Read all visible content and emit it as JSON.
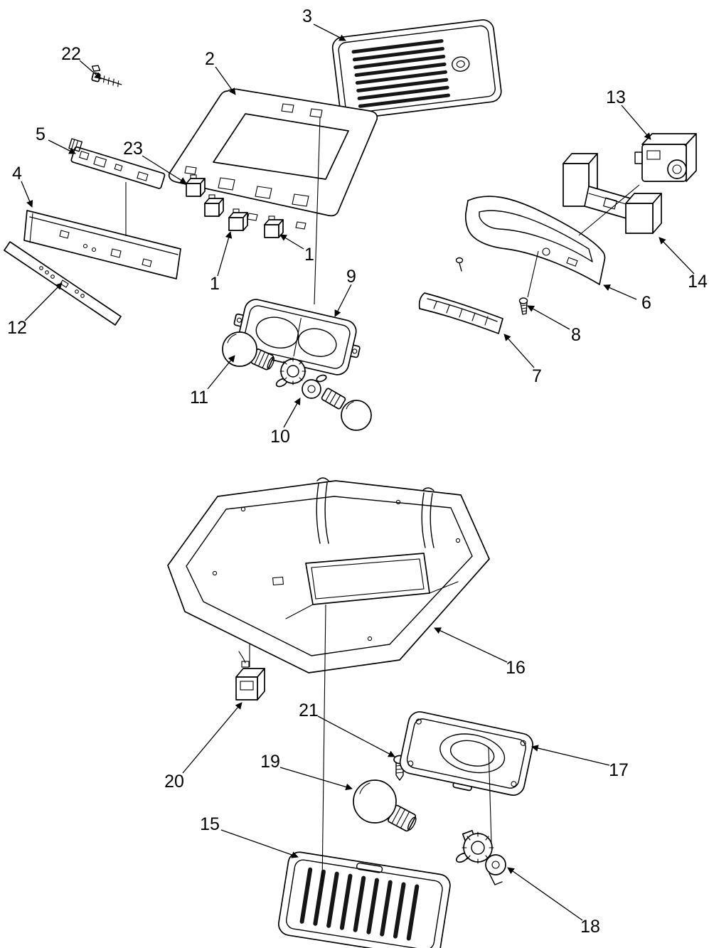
{
  "figure": {
    "kind": "exploded-parts-diagram",
    "background": "#ffffff",
    "line_color": "#000000",
    "labels": [
      {
        "id": "callout-1a",
        "num": "1"
      },
      {
        "id": "callout-1b",
        "num": "1"
      },
      {
        "id": "callout-2",
        "num": "2"
      },
      {
        "id": "callout-3",
        "num": "3"
      },
      {
        "id": "callout-4",
        "num": "4"
      },
      {
        "id": "callout-5",
        "num": "5"
      },
      {
        "id": "callout-6",
        "num": "6"
      },
      {
        "id": "callout-7",
        "num": "7"
      },
      {
        "id": "callout-8",
        "num": "8"
      },
      {
        "id": "callout-9",
        "num": "9"
      },
      {
        "id": "callout-10",
        "num": "10"
      },
      {
        "id": "callout-11",
        "num": "11"
      },
      {
        "id": "callout-12",
        "num": "12"
      },
      {
        "id": "callout-13",
        "num": "13"
      },
      {
        "id": "callout-14",
        "num": "14"
      },
      {
        "id": "callout-15",
        "num": "15"
      },
      {
        "id": "callout-16",
        "num": "16"
      },
      {
        "id": "callout-17",
        "num": "17"
      },
      {
        "id": "callout-18",
        "num": "18"
      },
      {
        "id": "callout-19",
        "num": "19"
      },
      {
        "id": "callout-20",
        "num": "20"
      },
      {
        "id": "callout-21",
        "num": "21"
      },
      {
        "id": "callout-22",
        "num": "22"
      },
      {
        "id": "callout-23",
        "num": "23"
      }
    ]
  }
}
